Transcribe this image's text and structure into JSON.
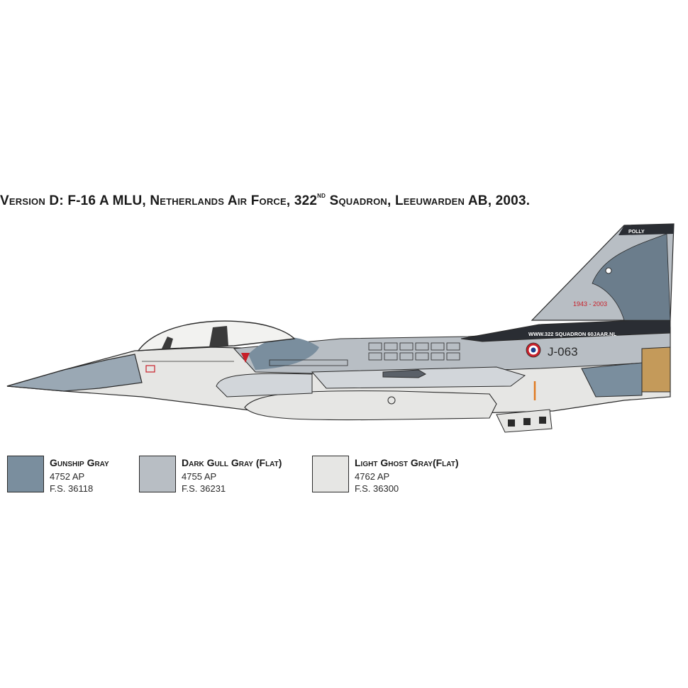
{
  "title": {
    "prefix": "Version D: F-16 A MLU,   Netherlands Air Force, 322",
    "sup": "nd",
    "suffix": " Squadron, Leeuwarden AB, 2003."
  },
  "aircraft": {
    "serial": "J-063",
    "tail_name": "POLLY",
    "tail_years": "1943 - 2003",
    "web_text": "WWW.322 SQUADRON 60JAAR.NL",
    "colors": {
      "gunship_gray": "#7a8e9e",
      "dark_gull_gray": "#b8bec4",
      "light_ghost_gray": "#e6e6e4",
      "roundel_red": "#c8202a",
      "roundel_blue": "#1e3c8c",
      "exhaust": "#c49a5a"
    }
  },
  "swatches": [
    {
      "name": "Gunship Gray",
      "ap": "4752 AP",
      "fs": "F.S. 36118",
      "color": "#7a8e9e"
    },
    {
      "name": "Dark Gull Gray (Flat)",
      "ap": "4755 AP",
      "fs": "F.S. 36231",
      "color": "#b8bec4"
    },
    {
      "name": "Light Ghost Gray(Flat)",
      "ap": "4762 AP",
      "fs": "F.S. 36300",
      "color": "#e6e6e4"
    }
  ]
}
